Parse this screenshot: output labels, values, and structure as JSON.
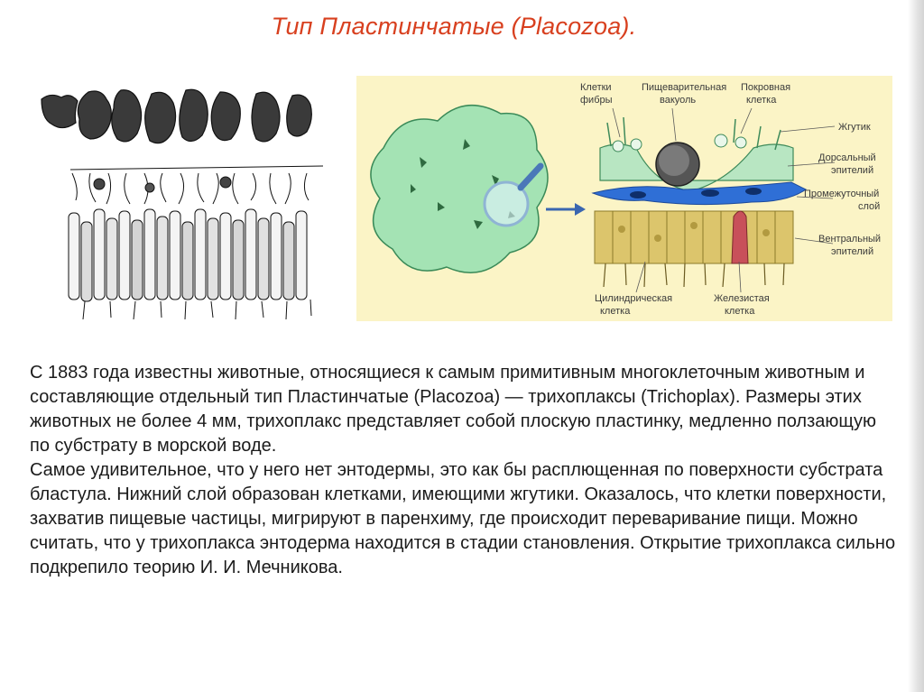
{
  "title": "Тип Пластинчатые (Placozoa).",
  "diagram": {
    "labels": {
      "fiber_cells_1": "Клетки",
      "fiber_cells_2": "фибры",
      "vacuole_1": "Пищеварительная",
      "vacuole_2": "вакуоль",
      "cover_cell_1": "Покровная",
      "cover_cell_2": "клетка",
      "flagellum": "Жгутик",
      "dorsal_1": "Дорсальный",
      "dorsal_2": "эпителий",
      "intermediate_1": "Промежуточный",
      "intermediate_2": "слой",
      "ventral_1": "Вентральный",
      "ventral_2": "эпителий",
      "cylindrical_1": "Цилиндрическая",
      "cylindrical_2": "клетка",
      "glandular_1": "Железистая",
      "glandular_2": "клетка"
    }
  },
  "paragraphs": [
    "С 1883 года известны животные, относящиеся к самым примитивным многоклеточным животным и составляющие отдельный тип Пластинчатые (Placozoa) — трихоплаксы (Trichoplax). Размеры этих животных не более 4 мм, трихоплакс  представляет собой плоскую пластинку, медленно ползающую по субстрату в морской воде.",
    "Самое удивительное, что у него нет энтодермы, это как бы расплющенная по поверхности субстрата бластула. Нижний слой образован клетками, имеющими жгутики. Оказалось, что клетки поверхности, захватив пищевые частицы, мигрируют в паренхиму, где происходит переваривание пищи. Можно считать, что у трихоплакса энтодерма находится в стадии становления. Открытие трихоплакса сильно подкрепило теорию И. И. Мечникова."
  ],
  "colors": {
    "title": "#d8401f",
    "diagram_bg": "#fbf4c6",
    "organism_green": "#9ee0b0",
    "intermediate_blue": "#2f6fd6",
    "ventral_yellow": "#d9c46a",
    "glandular_red": "#c8505a"
  }
}
